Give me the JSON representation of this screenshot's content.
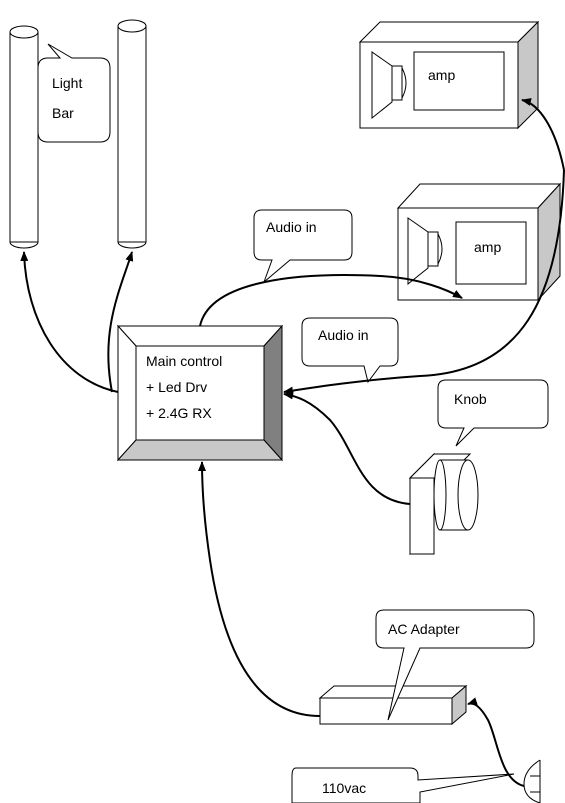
{
  "labels": {
    "light_bar_line1": "Light",
    "light_bar_line2": "Bar",
    "main_line1": "Main control",
    "main_line2": "+ Led Drv",
    "main_line3": "+ 2.4G RX",
    "amp_top": "amp",
    "amp_mid": "amp",
    "audio_in_top": "Audio in",
    "audio_in_mid": "Audio in",
    "knob": "Knob",
    "ac_adapter": "AC Adapter",
    "mains": "110vac"
  },
  "colors": {
    "stroke": "#000000",
    "face_light": "#ffffff",
    "face_shade": "#c8c8c8",
    "face_dark": "#808080"
  }
}
